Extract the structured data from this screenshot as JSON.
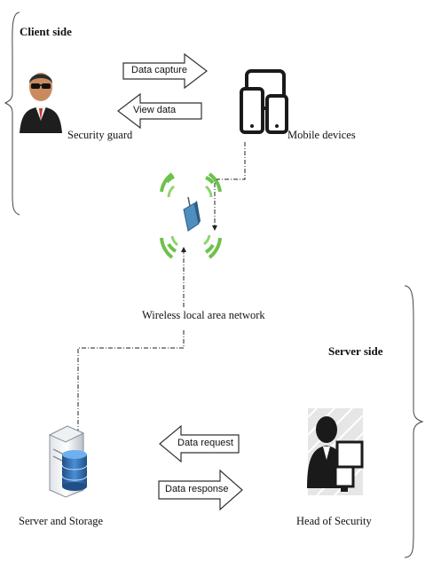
{
  "client": {
    "title": "Client side",
    "security_guard": "Security guard",
    "mobile_devices": "Mobile devices",
    "data_capture": "Data capture",
    "view_data": "View data"
  },
  "network": {
    "label": "Wireless local area network"
  },
  "server": {
    "title": "Server side",
    "server_storage": "Server and Storage",
    "head_of_security": "Head of Security",
    "data_request": "Data request",
    "data_response": "Data response"
  },
  "icons": {
    "security_guard": "security-guard-icon",
    "mobile_devices": "mobile-devices-icon",
    "wireless_router": "wireless-router-icon",
    "server": "server-storage-icon",
    "head_of_security": "head-of-security-icon"
  },
  "colors": {
    "wifi_green": "#6cc24a",
    "db_blue": "#2f6fb3",
    "arrow_fill": "#ffffff",
    "line": "#222222"
  }
}
